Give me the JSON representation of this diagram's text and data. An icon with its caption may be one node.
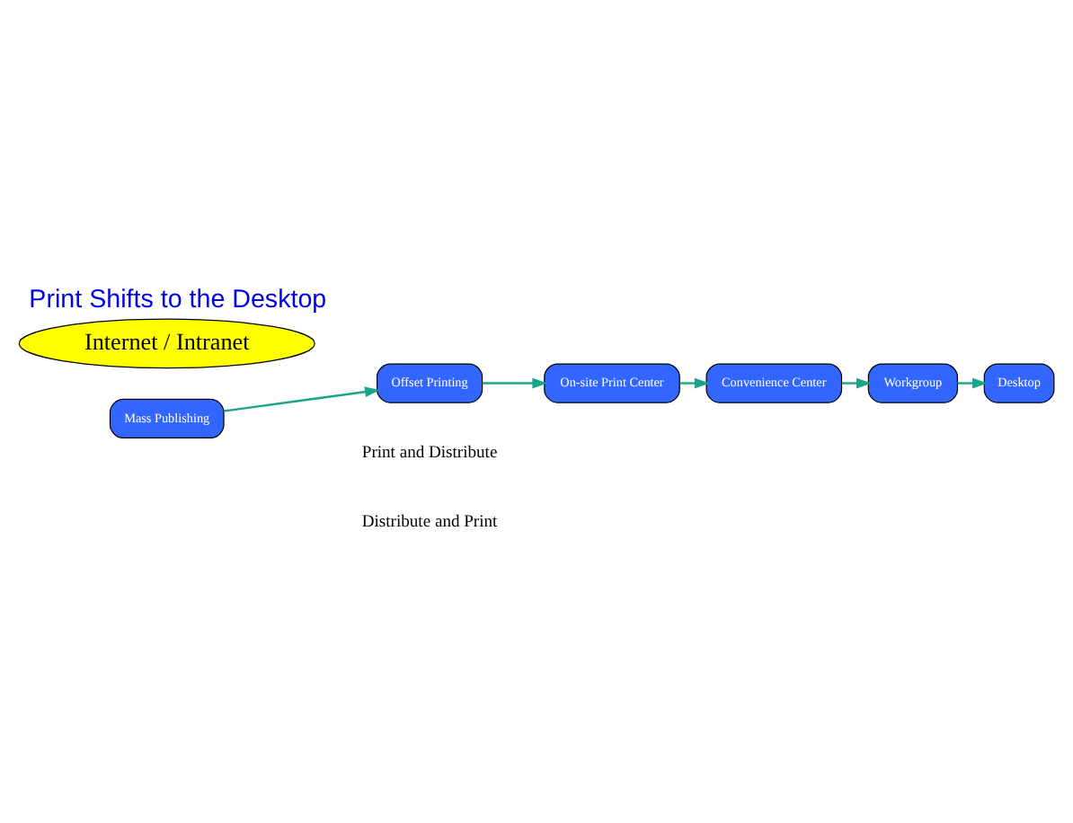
{
  "diagram": {
    "title": "Print Shifts to the Desktop",
    "nodes": [
      {
        "text": [
          "Mass Publishing"
        ]
      },
      {
        "text": [
          "Offset Printing"
        ]
      },
      {
        "text": [
          "On-site Print Center"
        ]
      },
      {
        "text": [
          "Convenience Center"
        ]
      },
      {
        "text": [
          "Workgroup"
        ]
      },
      {
        "text": [
          "Desktop"
        ]
      },
      {
        "text": [
          "Internet / Intranet"
        ]
      }
    ],
    "edges": [
      {
        "from": 0,
        "to": 1,
        "arrow": "to"
      },
      {
        "from": 1,
        "to": 2,
        "arrow": "to"
      },
      {
        "from": 2,
        "to": 3,
        "arrow": "to"
      },
      {
        "from": 3,
        "to": 4,
        "arrow": "to"
      },
      {
        "from": 4,
        "to": 5,
        "arrow": "to"
      }
    ],
    "labels": [
      "Print and Distribute",
      "Distribute and Print"
    ]
  }
}
